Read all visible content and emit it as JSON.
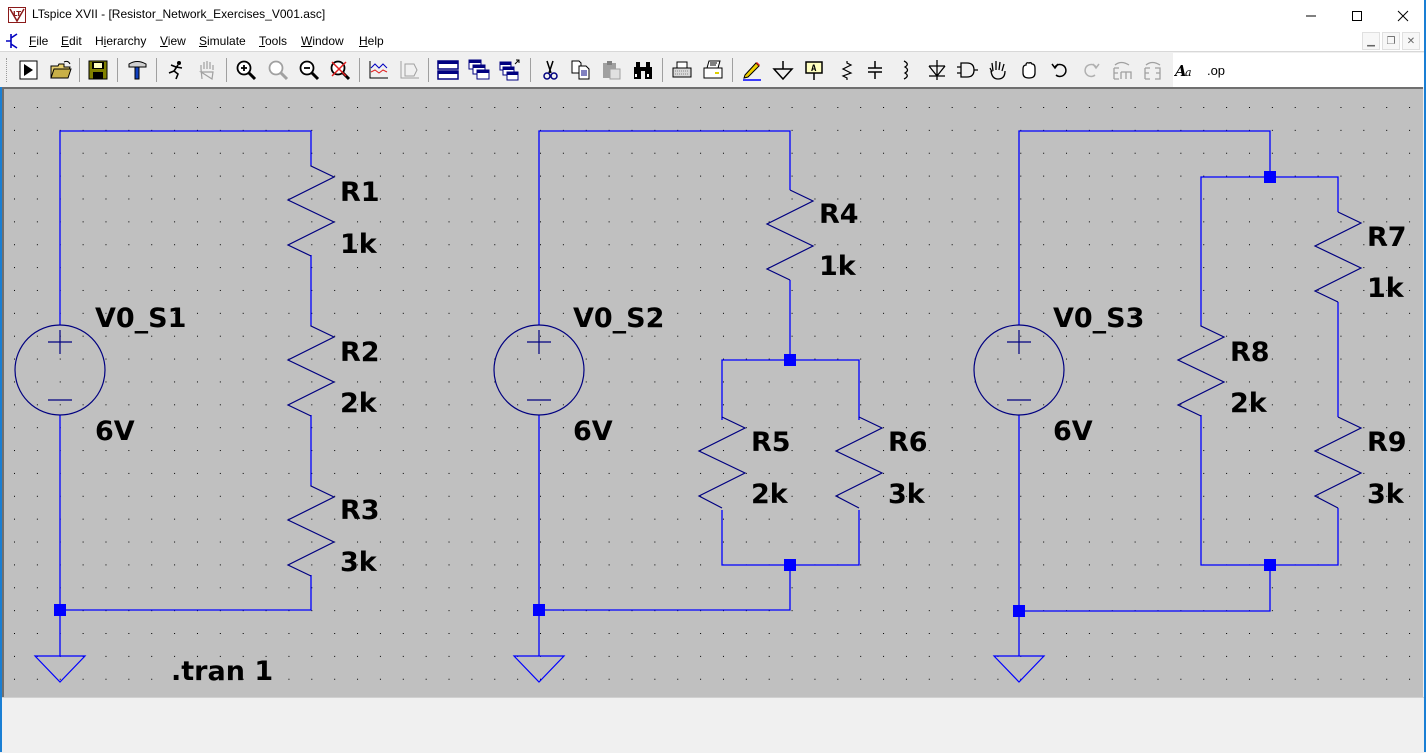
{
  "window": {
    "title": "LTspice XVII - [Resistor_Network_Exercises_V001.asc]",
    "controls": [
      "minimize",
      "maximize",
      "close"
    ]
  },
  "menubar": {
    "items": [
      {
        "label": "File",
        "accel": "F"
      },
      {
        "label": "Edit",
        "accel": "E"
      },
      {
        "label": "Hierarchy",
        "accel": "i"
      },
      {
        "label": "View",
        "accel": "V"
      },
      {
        "label": "Simulate",
        "accel": "S"
      },
      {
        "label": "Tools",
        "accel": "T"
      },
      {
        "label": "Window",
        "accel": "W"
      },
      {
        "label": "Help",
        "accel": "H"
      }
    ],
    "mdi_controls": [
      "minimize",
      "restore",
      "close"
    ]
  },
  "toolbar": {
    "buttons": [
      {
        "name": "run",
        "icon": "run-icon",
        "enabled": true
      },
      {
        "name": "open",
        "icon": "open-folder-icon",
        "enabled": true
      },
      {
        "name": "save",
        "icon": "save-icon",
        "enabled": true
      },
      {
        "name": "control-panel",
        "icon": "hammer-icon",
        "enabled": true
      },
      {
        "name": "halt",
        "icon": "running-man-icon",
        "enabled": true
      },
      {
        "name": "pan",
        "icon": "hand-icon",
        "enabled": false
      },
      {
        "name": "zoom-in",
        "icon": "zoom-in-icon",
        "enabled": true
      },
      {
        "name": "zoom-fit",
        "icon": "zoom-fit-icon",
        "enabled": false
      },
      {
        "name": "zoom-out",
        "icon": "zoom-out-icon",
        "enabled": true
      },
      {
        "name": "zoom-cancel",
        "icon": "zoom-cancel-icon",
        "enabled": true
      },
      {
        "name": "autorange",
        "icon": "waveform-icon",
        "enabled": true
      },
      {
        "name": "fft",
        "icon": "fft-icon",
        "enabled": false
      },
      {
        "name": "tile-horizontal",
        "icon": "tile-icon",
        "enabled": true
      },
      {
        "name": "cascade",
        "icon": "cascade-icon",
        "enabled": true
      },
      {
        "name": "close-all",
        "icon": "close-windows-icon",
        "enabled": true
      },
      {
        "name": "cut",
        "icon": "scissors-icon",
        "enabled": true
      },
      {
        "name": "copy",
        "icon": "copy-icon",
        "enabled": true
      },
      {
        "name": "paste",
        "icon": "paste-icon",
        "enabled": false
      },
      {
        "name": "find",
        "icon": "binoculars-icon",
        "enabled": true
      },
      {
        "name": "print-setup",
        "icon": "printer-setup-icon",
        "enabled": true
      },
      {
        "name": "print",
        "icon": "printer-icon",
        "enabled": true
      },
      {
        "name": "draw-wire",
        "icon": "pencil-icon",
        "enabled": true
      },
      {
        "name": "ground",
        "icon": "ground-icon",
        "enabled": true
      },
      {
        "name": "label-net",
        "icon": "label-icon",
        "enabled": true
      },
      {
        "name": "resistor",
        "icon": "resistor-icon",
        "enabled": true
      },
      {
        "name": "capacitor",
        "icon": "capacitor-icon",
        "enabled": true
      },
      {
        "name": "inductor",
        "icon": "inductor-icon",
        "enabled": true
      },
      {
        "name": "diode",
        "icon": "diode-icon",
        "enabled": true
      },
      {
        "name": "component",
        "icon": "and-gate-icon",
        "enabled": true
      },
      {
        "name": "move",
        "icon": "open-hand-icon",
        "enabled": true
      },
      {
        "name": "drag",
        "icon": "fist-icon",
        "enabled": true
      },
      {
        "name": "undo",
        "icon": "undo-icon",
        "enabled": true
      },
      {
        "name": "redo",
        "icon": "redo-icon",
        "enabled": false
      },
      {
        "name": "rotate",
        "icon": "rotate-icon",
        "enabled": false
      },
      {
        "name": "mirror",
        "icon": "mirror-icon",
        "enabled": false
      },
      {
        "name": "text",
        "icon": "text-icon",
        "enabled": true
      },
      {
        "name": "spice-directive",
        "icon": "op-icon",
        "enabled": true,
        "label": ".op"
      }
    ]
  },
  "colors": {
    "wire": "#0000ff",
    "symbol": "#000080",
    "canvas": "#c0c0c0",
    "grid_dot": "#000000",
    "junction": "#0000ff",
    "text": "#000000"
  },
  "schematic": {
    "circuits": [
      {
        "id": "S1",
        "source": {
          "name": "V0_S1",
          "value": "6V"
        },
        "resistors": [
          {
            "name": "R1",
            "value": "1k"
          },
          {
            "name": "R2",
            "value": "2k"
          },
          {
            "name": "R3",
            "value": "3k"
          }
        ],
        "topology": "series"
      },
      {
        "id": "S2",
        "source": {
          "name": "V0_S2",
          "value": "6V"
        },
        "resistors": [
          {
            "name": "R4",
            "value": "1k"
          },
          {
            "name": "R5",
            "value": "2k"
          },
          {
            "name": "R6",
            "value": "3k"
          }
        ],
        "topology": "R4 series with (R5 || R6)"
      },
      {
        "id": "S3",
        "source": {
          "name": "V0_S3",
          "value": "6V"
        },
        "resistors": [
          {
            "name": "R7",
            "value": "1k"
          },
          {
            "name": "R8",
            "value": "2k"
          },
          {
            "name": "R9",
            "value": "3k"
          }
        ],
        "topology": "R8 || (R7 series R9)"
      }
    ],
    "directive": ".tran 1"
  }
}
